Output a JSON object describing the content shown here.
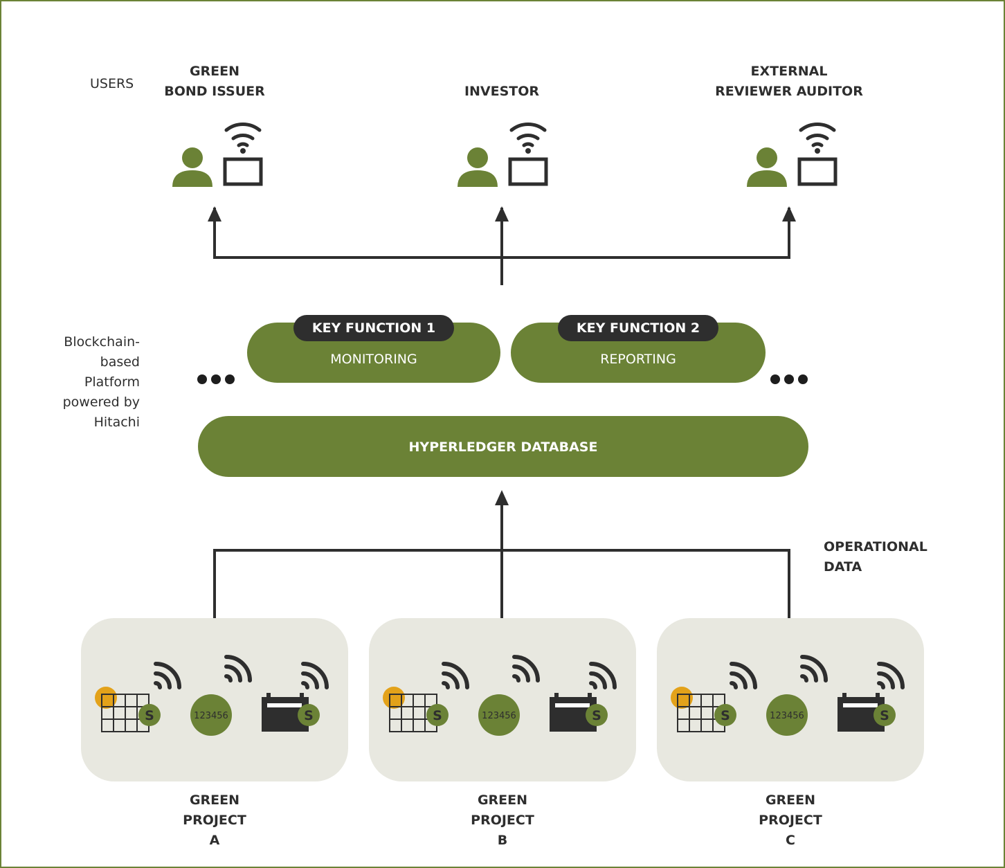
{
  "users_label": "USERS",
  "platform_label": "Blockchain-\nbased\nPlatform\npowered by\nHitachi",
  "users": [
    {
      "name": "GREEN\nBOND ISSUER"
    },
    {
      "name": "INVESTOR"
    },
    {
      "name": "EXTERNAL\nREVIEWER AUDITOR"
    }
  ],
  "key_functions": [
    {
      "tag": "KEY FUNCTION 1",
      "label": "MONITORING"
    },
    {
      "tag": "KEY FUNCTION 2",
      "label": "REPORTING"
    }
  ],
  "database_label": "HYPERLEDGER DATABASE",
  "operational_data_label": "OPERATIONAL\nDATA",
  "sensor_badge": "S",
  "meter_reading": "123456",
  "projects": [
    {
      "name": "GREEN\nPROJECT\nA"
    },
    {
      "name": "GREEN\nPROJECT\nB"
    },
    {
      "name": "GREEN\nPROJECT\nC"
    }
  ],
  "colors": {
    "green": "#6b8236",
    "dark": "#2e2e2e",
    "card": "#e8e8e0",
    "accent": "#e3a21a"
  }
}
